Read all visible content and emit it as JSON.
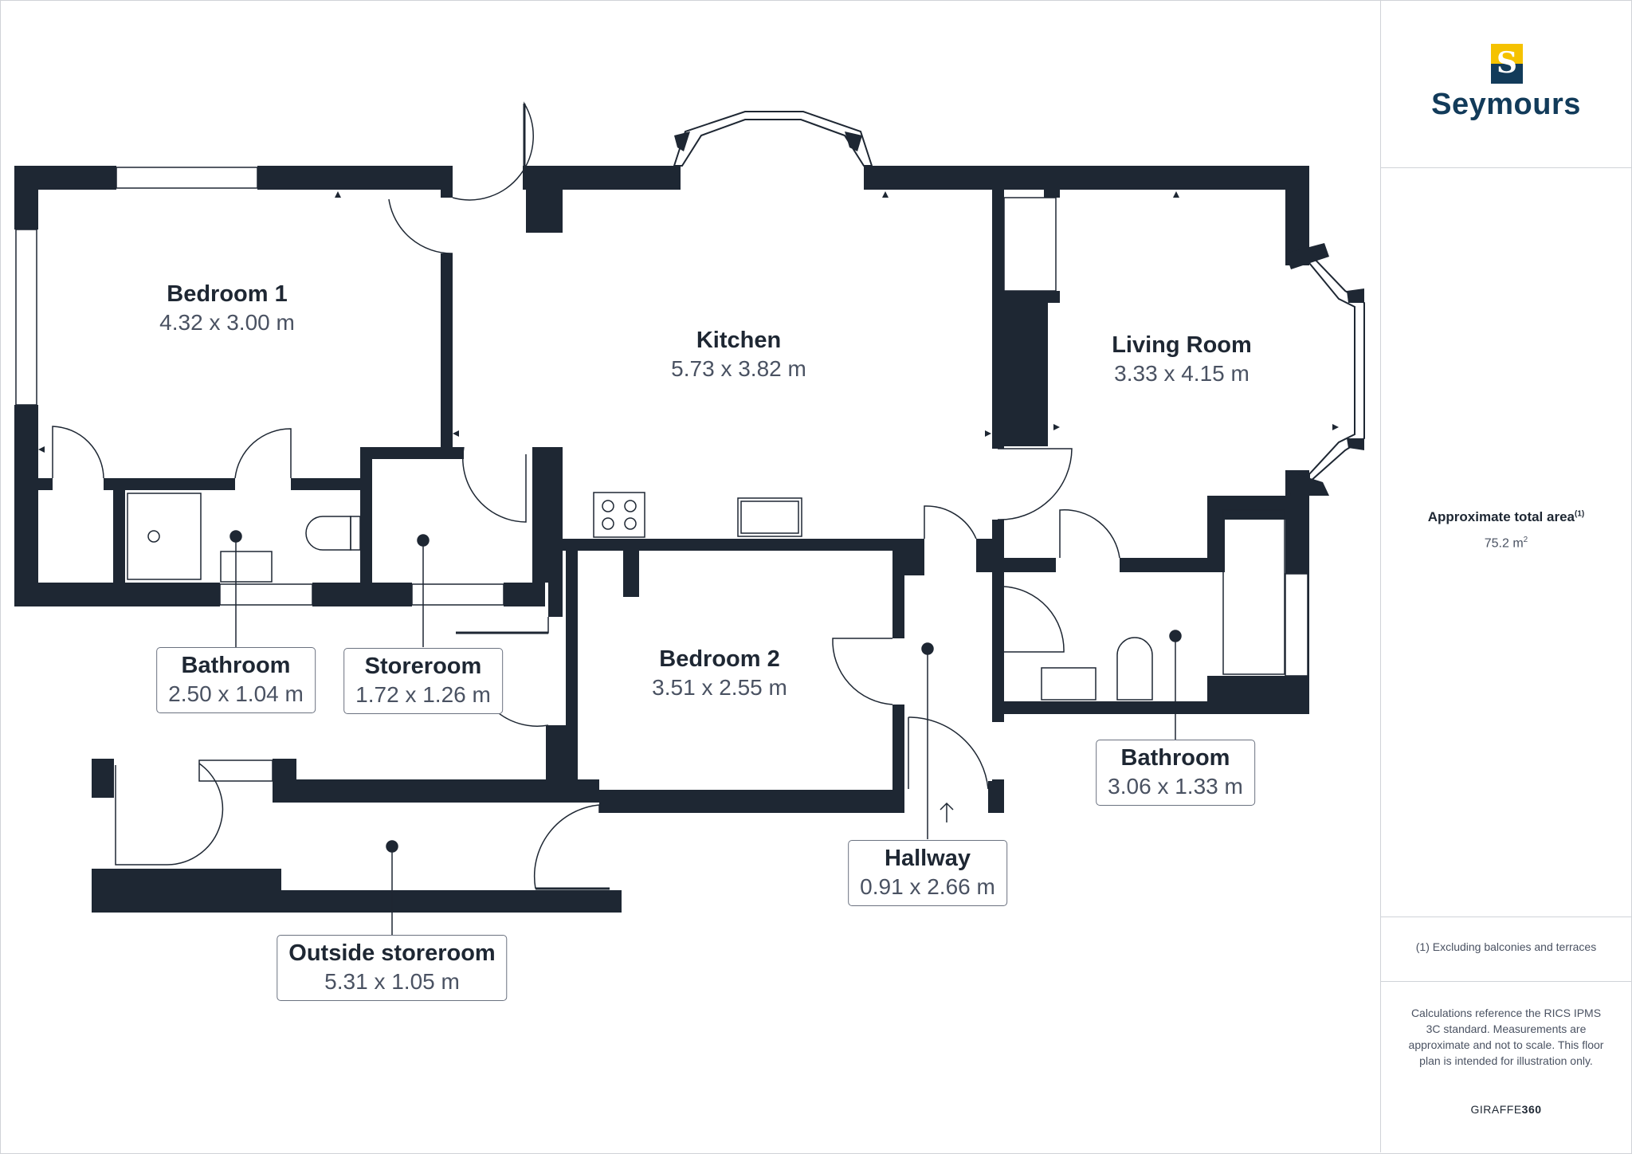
{
  "colors": {
    "wall": "#1e2733",
    "brand_navy": "#123b5a",
    "brand_yellow": "#f5c200",
    "text_secondary": "#4a5262"
  },
  "rooms": [
    {
      "id": "bedroom-1",
      "name": "Bedroom 1",
      "dims": "4.32 x 3.00 m"
    },
    {
      "id": "kitchen",
      "name": "Kitchen",
      "dims": "5.73 x 3.82 m"
    },
    {
      "id": "living-room",
      "name": "Living Room",
      "dims": "3.33 x 4.15 m"
    },
    {
      "id": "bedroom-2",
      "name": "Bedroom 2",
      "dims": "3.51 x 2.55 m"
    },
    {
      "id": "bathroom-1",
      "name": "Bathroom",
      "dims": "2.50 x 1.04 m"
    },
    {
      "id": "storeroom",
      "name": "Storeroom",
      "dims": "1.72 x 1.26 m"
    },
    {
      "id": "bathroom-2",
      "name": "Bathroom",
      "dims": "3.06 x 1.33 m"
    },
    {
      "id": "hallway",
      "name": "Hallway",
      "dims": "0.91 x 2.66 m"
    },
    {
      "id": "outside-storeroom",
      "name": "Outside storeroom",
      "dims": "5.31 x 1.05 m"
    }
  ],
  "panel": {
    "logo_letter": "S",
    "brand_name": "Seymours",
    "area_title": "Approximate total area",
    "area_note_ref": "(1)",
    "area_value": "75.2 m",
    "area_unit_sup": "2",
    "footnote": "(1) Excluding balconies and terraces",
    "disclaimer": "Calculations reference the RICS IPMS 3C standard. Measurements are approximate and not to scale. This floor plan is intended for illustration only.",
    "credit_light": "GIRAFFE",
    "credit_bold": "360"
  }
}
